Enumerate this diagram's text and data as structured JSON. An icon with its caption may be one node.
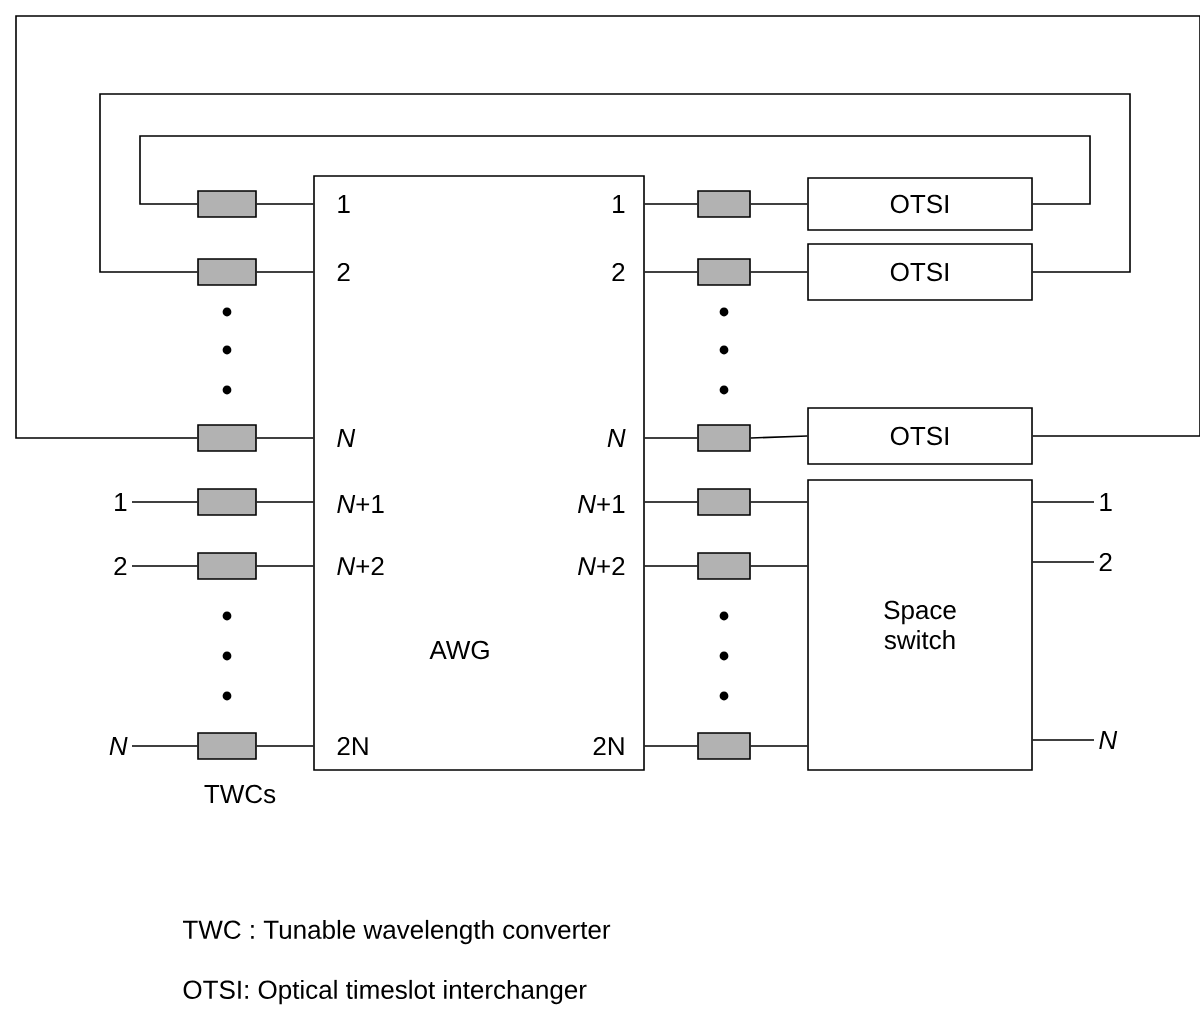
{
  "diagram": {
    "nodes": [
      {
        "text": [
          "AWG"
        ]
      },
      {
        "text": [],
        "shape": "box"
      },
      {
        "text": [],
        "shape": "box"
      },
      {
        "text": [],
        "shape": "box"
      },
      {
        "text": [],
        "shape": "box"
      },
      {
        "text": [],
        "shape": "box"
      },
      {
        "text": [],
        "shape": "box"
      },
      {
        "text": [],
        "shape": "box"
      },
      {
        "text": [],
        "shape": "box"
      },
      {
        "text": [],
        "shape": "box"
      },
      {
        "text": [],
        "shape": "box"
      },
      {
        "text": [],
        "shape": "box"
      },
      {
        "text": [],
        "shape": "box"
      },
      {
        "text": [
          "OTSI"
        ]
      },
      {
        "text": [
          "OTSI"
        ]
      },
      {
        "text": [
          "OTSI"
        ]
      },
      {
        "text": [
          "Space switch"
        ]
      },
      {
        "text": [
          "1"
        ]
      },
      {
        "text": [
          "2"
        ]
      },
      {
        "text": [
          "N"
        ]
      },
      {
        "text": [
          "1"
        ]
      },
      {
        "text": [
          "2"
        ]
      },
      {
        "text": [
          "N"
        ]
      }
    ],
    "edges": [
      {
        "from": 1,
        "to": 0,
        "arrow": "none"
      },
      {
        "from": 2,
        "to": 0,
        "arrow": "none"
      },
      {
        "from": 3,
        "to": 0,
        "arrow": "none"
      },
      {
        "from": 4,
        "to": 0,
        "arrow": "none"
      },
      {
        "from": 5,
        "to": 0,
        "arrow": "none"
      },
      {
        "from": 6,
        "to": 0,
        "arrow": "none"
      },
      {
        "from": 0,
        "to": 7,
        "arrow": "none"
      },
      {
        "from": 0,
        "to": 8,
        "arrow": "none"
      },
      {
        "from": 0,
        "to": 9,
        "arrow": "none"
      },
      {
        "from": 0,
        "to": 10,
        "arrow": "none"
      },
      {
        "from": 0,
        "to": 11,
        "arrow": "none"
      },
      {
        "from": 0,
        "to": 12,
        "arrow": "none"
      },
      {
        "from": 7,
        "to": 13,
        "arrow": "none"
      },
      {
        "from": 8,
        "to": 14,
        "arrow": "none"
      },
      {
        "from": 9,
        "to": 15,
        "arrow": "none"
      },
      {
        "from": 10,
        "to": 16,
        "arrow": "none"
      },
      {
        "from": 11,
        "to": 16,
        "arrow": "none"
      },
      {
        "from": 12,
        "to": 16,
        "arrow": "none"
      },
      {
        "from": 13,
        "to": 1,
        "arrow": "none"
      },
      {
        "from": 14,
        "to": 2,
        "arrow": "none"
      },
      {
        "from": 15,
        "to": 3,
        "arrow": "none"
      },
      {
        "from": 17,
        "to": 4,
        "arrow": "none"
      },
      {
        "from": 18,
        "to": 5,
        "arrow": "none"
      },
      {
        "from": 19,
        "to": 6,
        "arrow": "none"
      },
      {
        "from": 16,
        "to": 20,
        "arrow": "none"
      },
      {
        "from": 16,
        "to": 21,
        "arrow": "none"
      },
      {
        "from": 16,
        "to": 22,
        "arrow": "none"
      }
    ],
    "labels": [
      "1",
      "1",
      "2",
      "2",
      "N",
      "N",
      "*N*+1",
      "*N*+1",
      "*N*+2",
      "*N*+2",
      "2N",
      "2N",
      "TWCs",
      "TWC : Tunable wavelength converter",
      "OTSI: Optical timeslot interchanger"
    ]
  }
}
